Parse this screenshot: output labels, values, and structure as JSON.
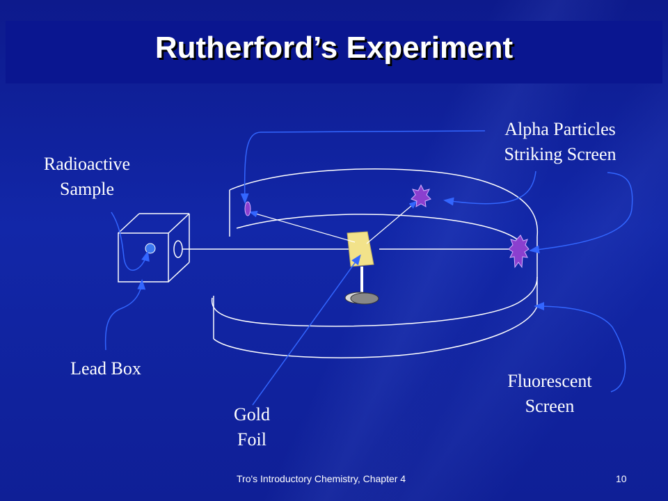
{
  "slide": {
    "title": "Rutherford’s Experiment",
    "footer": "Tro's Introductory Chemistry, Chapter 4",
    "page_number": "10"
  },
  "labels": {
    "radioactive_sample": "Radioactive\nSample",
    "alpha_particles": "Alpha Particles\nStriking Screen",
    "lead_box": "Lead Box",
    "gold_foil": "Gold\nFoil",
    "fluorescent_screen": "Fluorescent\nScreen"
  },
  "colors": {
    "background": "#1227a8",
    "line": "#ffffff",
    "arrow": "#3366ff",
    "foil": "#f2e28a",
    "burst": "#8b3fcf",
    "sample": "#3a78f0"
  }
}
